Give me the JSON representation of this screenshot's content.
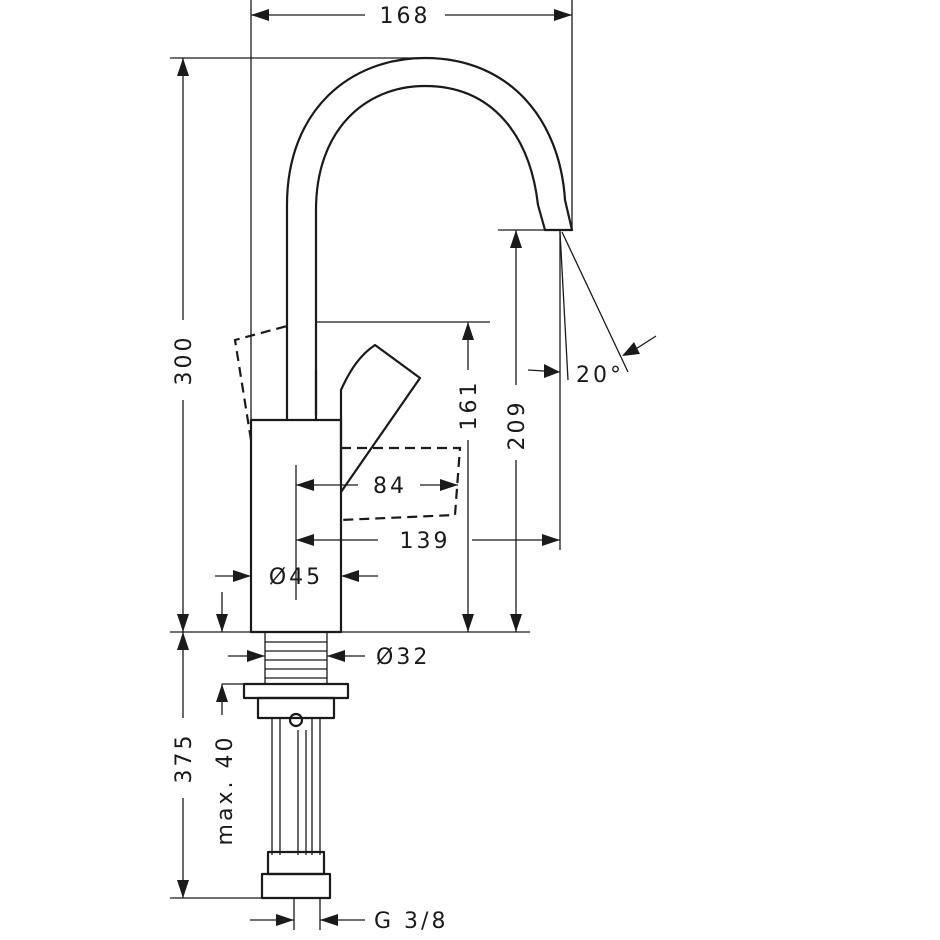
{
  "dimensions": {
    "overall_width": "168",
    "overall_height": "300",
    "lever_height": "161",
    "spout_height": "209",
    "lever_reach": "84",
    "spout_reach": "139",
    "body_diameter": "Ø45",
    "shank_diameter": "Ø32",
    "below_deck_length": "375",
    "max_deck_thickness": "max. 40",
    "connection_thread": "G 3/8",
    "spray_angle": "20°"
  }
}
